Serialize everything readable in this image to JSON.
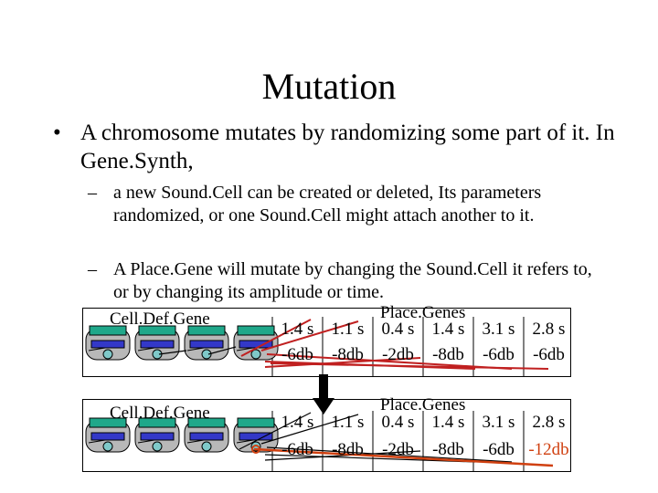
{
  "slide": {
    "title": "Mutation",
    "bullet": {
      "marker": "•",
      "text": "A chromosome mutates by randomizing some part of it.  In Gene.Synth,"
    },
    "subbullets": [
      {
        "marker": "–",
        "text": "a new Sound.Cell can be created or deleted, Its parameters randomized, or one Sound.Cell might attach another to it."
      },
      {
        "marker": "–",
        "text": "A Place.Gene will mutate by changing the Sound.Cell it refers to, or by changing its amplitude or time."
      }
    ]
  },
  "panels": [
    {
      "celldef_label": "Cell.Def.Gene",
      "placegenes_label": "Place.Genes",
      "times": [
        "1.4 s",
        "1.1 s",
        "0.4 s",
        "1.4 s",
        "3.1 s",
        "2.8 s"
      ],
      "amps": [
        "-6db",
        "-8db",
        "-2db",
        "-8db",
        "-6db",
        "-6db"
      ]
    },
    {
      "celldef_label": "Cell.Def.Gene",
      "placegenes_label": "Place.Genes",
      "times": [
        "1.4 s",
        "1.1 s",
        "0.4 s",
        "1.4 s",
        "3.1 s",
        "2.8 s"
      ],
      "amps": [
        "-6db",
        "-8db",
        "-2db",
        "-8db",
        "-6db",
        "-12db"
      ],
      "mutated_index": 5
    }
  ],
  "colors": {
    "cell_green": "#1fa88a",
    "cell_blue": "#3338c8",
    "cell_body": "#b8b8b8",
    "cell_teal_disc": "#7fc9c9",
    "link_red": "#c02020",
    "mutated_red": "#d04010"
  }
}
